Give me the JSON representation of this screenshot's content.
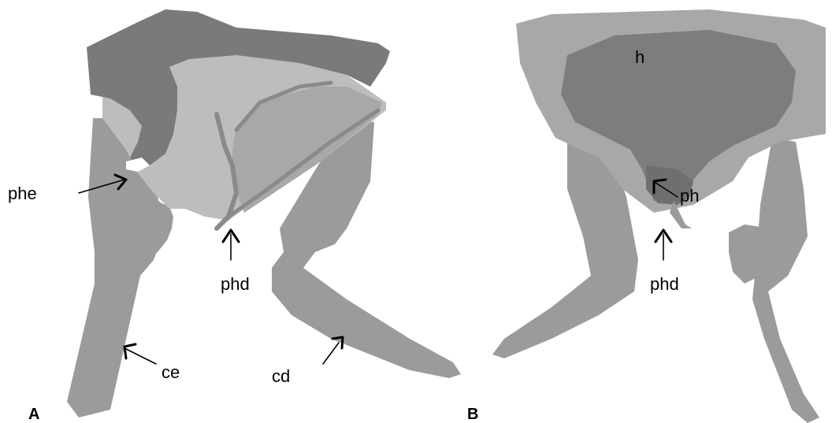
{
  "colors": {
    "background": "#ffffff",
    "dark": "#7a7a7a",
    "medium": "#9b9b9b",
    "light": "#bdbdbd",
    "stroke": "#000000"
  },
  "panels": [
    {
      "id": "A",
      "label": "A"
    },
    {
      "id": "B",
      "label": "B"
    }
  ],
  "labels": {
    "A": {
      "phe": "phe",
      "phd": "phd",
      "ce": "ce",
      "cd": "cd"
    },
    "B": {
      "h": "h",
      "ph": "ph",
      "phd": "phd"
    }
  }
}
